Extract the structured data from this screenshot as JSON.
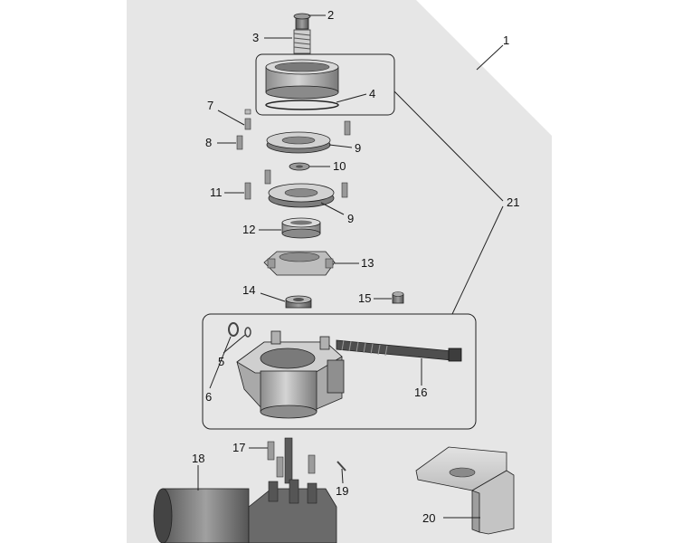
{
  "colors": {
    "sheet": "#e6e6e6",
    "part_light": "#d6d6d6",
    "part_mid": "#a9a9a9",
    "part_dark": "#6e6e6e",
    "outline": "#1a1a1a"
  },
  "labels": {
    "l1": "1",
    "l2": "2",
    "l3": "3",
    "l4": "4",
    "l5": "5",
    "l6": "6",
    "l7": "7",
    "l8": "8",
    "l9a": "9",
    "l9b": "9",
    "l10": "10",
    "l11": "11",
    "l12": "12",
    "l13": "13",
    "l14": "14",
    "l15": "15",
    "l16": "16",
    "l17": "17",
    "l18": "18",
    "l19": "19",
    "l20": "20",
    "l21": "21"
  }
}
